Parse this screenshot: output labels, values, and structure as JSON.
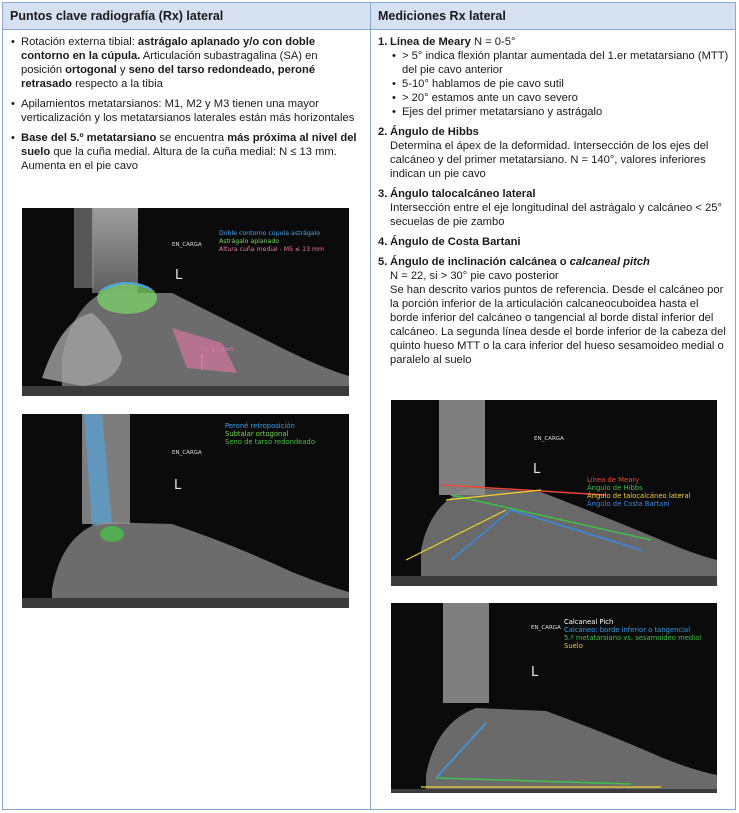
{
  "headers": {
    "left": "Puntos clave radiografía (Rx) lateral",
    "right": "Mediciones Rx lateral"
  },
  "left_items": [
    {
      "t1": "Rotación externa tibial: ",
      "b1": "astrágalo aplanado y/o con doble contorno en la cúpula.",
      "t2": " Articulación subastragalina (SA) en posición ",
      "b2": "ortogonal",
      "t3": " y ",
      "b3": "seno del tarso redondeado, peroné retrasado",
      "t4": " respecto a la tibia"
    },
    {
      "t1": "Apilamientos metatarsianos: M1, M2 y M3 tienen una mayor verticalización y los metatarsianos laterales están más horizontales"
    },
    {
      "b1": "Base del 5.º metatarsiano",
      "t1": " se encuentra ",
      "b2": "más próxima al nivel del suelo",
      "t2": " que la cuña medial. Altura de la cuña medial: N ≤ 13 mm. Aumenta en el pie cavo"
    }
  ],
  "right_items": [
    {
      "num": "1.",
      "title": "Línea de Meary",
      "title_extra": " N = 0-5°",
      "sub": [
        "> 5° indica flexión plantar aumentada del 1.er metatarsiano (MTT) del pie cavo anterior",
        "5-10° hablamos de pie cavo sutil",
        "> 20° estamos ante un cavo severo",
        "Ejes del primer metatarsiano y astrágalo"
      ]
    },
    {
      "num": "2.",
      "title": "Ángulo de Hibbs",
      "body": "Determina el ápex de la deformidad. Intersección de los ejes del calcáneo y del primer metatarsiano. N = 140°, valores inferiores indican un pie cavo"
    },
    {
      "num": "3.",
      "title": "Ángulo talocalcáneo lateral",
      "body": "Intersección entre el eje longitudinal del astrágalo y calcáneo < 25° secuelas de pie zambo"
    },
    {
      "num": "4.",
      "title": "Ángulo de Costa Bartani"
    },
    {
      "num": "5.",
      "title": "Ángulo de inclinación calcánea o ",
      "title_italic": "calcaneal pitch",
      "body": "N = 22, si > 30° pie cavo posterior\nSe han descrito varios puntos de referencia. Desde el calcáneo por la porción inferior de la articulación calcaneocuboidea hasta el borde inferior del calcáneo o tangencial al borde distal inferior del calcáneo. La segunda línea desde el borde inferior de la cabeza del quinto hueso MTT o la cara inferior del hueso sesamoideo medial o paralelo al suelo"
    }
  ],
  "images": {
    "img1": {
      "carga": "EN_CARGA",
      "side": "L",
      "legend": [
        "Doble contorno cúpula astrágalo",
        "Astrágalo aplanado",
        "Altura cuña medial - M5 ≤ 13 mm"
      ],
      "legend_colors": [
        "#4aa3e8",
        "#7fd36a",
        "#e678a8"
      ],
      "mm_label": "← 13 mm"
    },
    "img2": {
      "carga": "EN_CARGA",
      "side": "L",
      "legend": [
        "Peroné retroposición",
        "Subtalar ortogonal",
        "Seno de tarso redondeado"
      ],
      "legend_colors": [
        "#3aa0ee",
        "#7ad65c",
        "#49c24a"
      ]
    },
    "img3": {
      "carga": "EN_CARGA",
      "side": "L",
      "legend": [
        "Línea de Meary",
        "Ángulo de Hibbs",
        "Ángulo de talocalcáneo lateral",
        "Ángulo de Costa Bartani"
      ],
      "legend_colors": [
        "#e84a3a",
        "#3fc04a",
        "#f0d232",
        "#3a88e0"
      ]
    },
    "img4": {
      "carga": "EN_CARGA",
      "side": "L",
      "legend": [
        "Calcaneal Pich",
        "Calcáneo: borde inferior o tangencial",
        "5.º metatarsiano vs. sesamoideo medial",
        "Suelo"
      ],
      "legend_colors": [
        "#ffffff",
        "#3a9de8",
        "#3fc04a",
        "#f0d232"
      ]
    }
  }
}
